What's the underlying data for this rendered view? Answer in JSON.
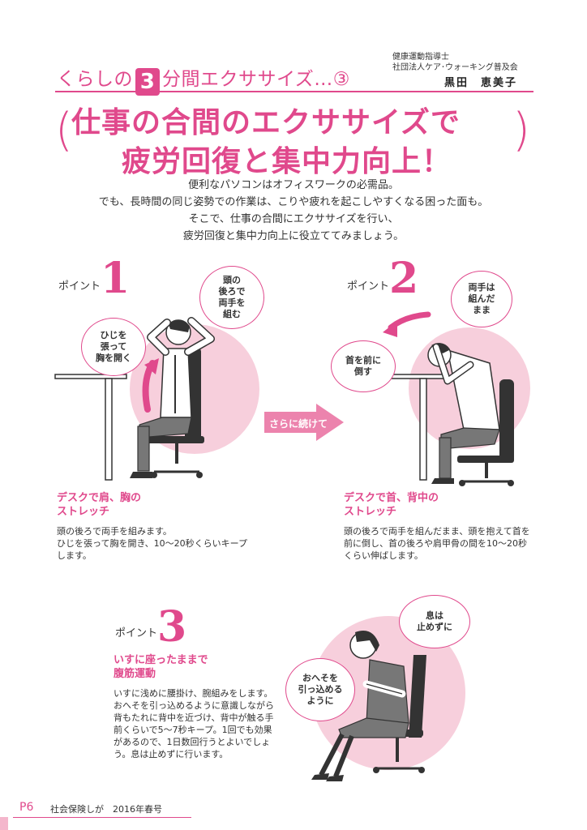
{
  "header": {
    "series_before": "くらしの",
    "series_number": "3",
    "series_after": "分間エクササイズ…③",
    "author_role": "健康運動指導士",
    "author_org": "社団法人ケア･ウォーキング普及会",
    "author_name": "黒田　恵美子"
  },
  "title": {
    "line1": "仕事の合間のエクササイズで",
    "line2": "疲労回復と集中力向上！"
  },
  "lead": [
    "便利なパソコンはオフィスワークの必需品。",
    "でも、長時間の同じ姿勢での作業は、こりや疲れを起こしやすくなる困った面も。",
    "そこで、仕事の合間にエクササイズを行い、",
    "疲労回復と集中力向上に役立ててみましょう。"
  ],
  "points": [
    {
      "label": "ポイント",
      "number": "1",
      "bubble_a": "頭の\n後ろで\n両手を\n組む",
      "bubble_b": "ひじを\n張って\n胸を開く",
      "sub_title": "デスクで肩、胸の\nストレッチ",
      "description": "頭の後ろで両手を組みます。\nひじを張って胸を開き、10〜20秒くらいキープ\nします。"
    },
    {
      "label": "ポイント",
      "number": "2",
      "bubble_a": "両手は\n組んだ\nまま",
      "bubble_b": "首を前に\n倒す",
      "sub_title": "デスクで首、背中の\nストレッチ",
      "description": "頭の後ろで両手を組んだまま、頭を抱えて首を\n前に倒し、首の後ろや肩甲骨の間を10〜20秒\nくらい伸ばします。"
    },
    {
      "label": "ポイント",
      "number": "3",
      "bubble_a": "息は\n止めずに",
      "bubble_b": "おへそを\n引っ込める\nように",
      "sub_title": "いすに座ったままで\n腹筋運動",
      "description": "いすに浅めに腰掛け、腕組みをします。\nおへそを引っ込めるように意識しながら\n背もたれに背中を近づけ、背中が触る手\n前くらいで5〜7秒キープ。1回でも効果\nがあるので、1日数回行うとよいでしょ\nう。息は止めずに行います。"
    }
  ],
  "arrow_label": "さらに続けて",
  "footer": {
    "page": "P6",
    "publication": "社会保険しが　2016年春号"
  },
  "colors": {
    "accent": "#e0498c",
    "circle": "#f7cfdc",
    "arrow": "#ec83ad"
  }
}
